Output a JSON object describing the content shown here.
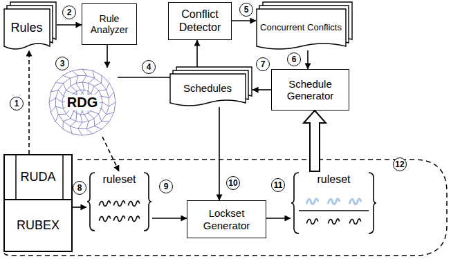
{
  "diagram": {
    "nodes": [
      {
        "text": [
          "Rules"
        ]
      },
      {
        "text": [
          "Rule Analyzer"
        ]
      },
      {
        "text": [
          "Conflict Detector"
        ]
      },
      {
        "text": [
          "Concurrent Conflicts"
        ]
      },
      {
        "text": [
          "RDG"
        ]
      },
      {
        "text": [
          "Schedules"
        ]
      },
      {
        "text": [
          "Schedule Generator"
        ]
      },
      {
        "text": [
          "RUDA"
        ]
      },
      {
        "text": [
          "RUBEX"
        ]
      },
      {
        "text": [
          "ruleset"
        ]
      },
      {
        "text": [
          "Lockset Generator"
        ]
      },
      {
        "text": [
          "ruleset"
        ]
      }
    ],
    "edges": [
      {
        "from": 7,
        "to": 0,
        "arrow": "to"
      },
      {
        "from": 0,
        "to": 1,
        "arrow": "to"
      },
      {
        "from": 1,
        "to": 4,
        "arrow": "to"
      },
      {
        "from": 4,
        "to": 2,
        "arrow": "to"
      },
      {
        "from": 2,
        "to": 3,
        "arrow": "to"
      },
      {
        "from": 3,
        "to": 6,
        "arrow": "to"
      },
      {
        "from": 6,
        "to": 5,
        "arrow": "to"
      },
      {
        "from": 8,
        "to": 9,
        "arrow": "to"
      },
      {
        "from": 4,
        "to": 9,
        "arrow": "to"
      },
      {
        "from": 9,
        "to": 10,
        "arrow": "to"
      },
      {
        "from": 5,
        "to": 10,
        "arrow": "to"
      },
      {
        "from": 10,
        "to": 11,
        "arrow": "to"
      },
      {
        "from": 11,
        "to": 6,
        "arrow": "to"
      }
    ],
    "labels": [
      "1",
      "2",
      "3",
      "4",
      "5",
      "6",
      "7",
      "8",
      "9",
      "10",
      "11",
      "12"
    ]
  }
}
